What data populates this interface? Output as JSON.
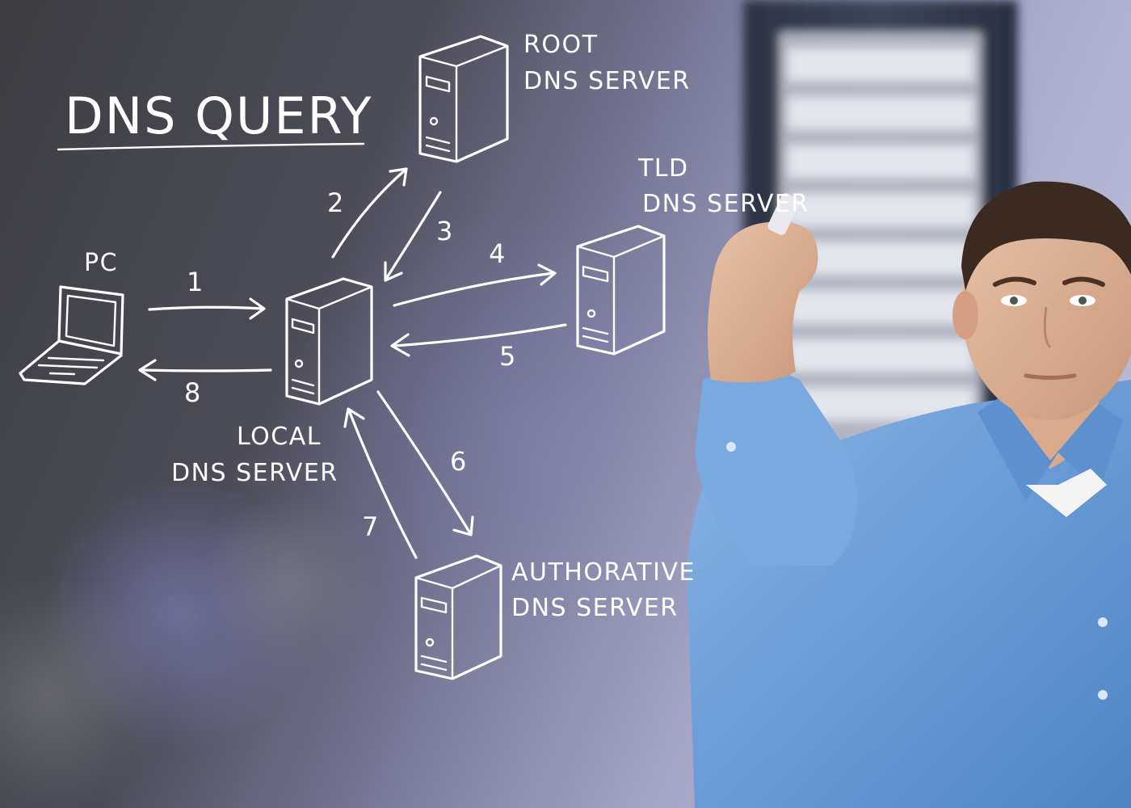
{
  "title": "DNS QUERY",
  "nodes": {
    "pc": {
      "label": "PC"
    },
    "local": {
      "line1": "LOCAL",
      "line2": "DNS SERVER"
    },
    "root": {
      "line1": "ROOT",
      "line2": "DNS SERVER"
    },
    "tld": {
      "line1": "TLD",
      "line2": "DNS SERVER"
    },
    "authoritative": {
      "line1": "AUTHORATIVE",
      "line2": "DNS SERVER"
    }
  },
  "steps": [
    "1",
    "2",
    "3",
    "4",
    "5",
    "6",
    "7",
    "8"
  ],
  "colors": {
    "chalk": "#ffffff",
    "board_dark": "#3b3b42",
    "board_light": "#8f8fb0",
    "shirt": "#6f9fd8"
  }
}
